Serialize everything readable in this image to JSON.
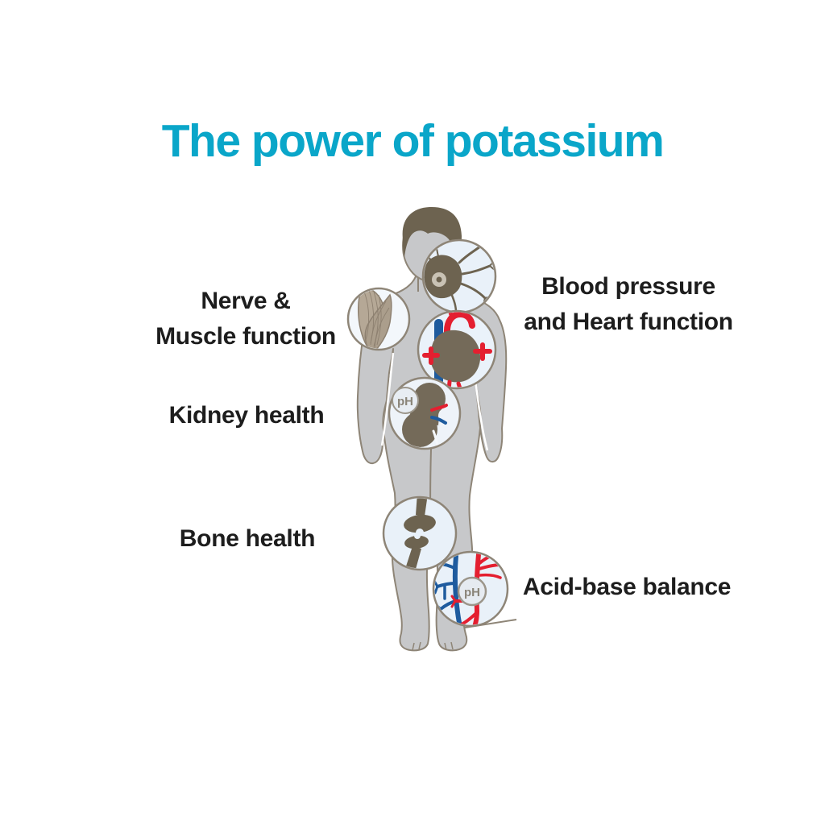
{
  "title": {
    "text": "The power of potassium"
  },
  "labels": {
    "nerve_muscle": {
      "line1": "Nerve &",
      "line2": "Muscle function"
    },
    "blood_heart": {
      "line1": "Blood pressure",
      "line2": "and Heart function"
    },
    "kidney": {
      "text": "Kidney health"
    },
    "bone": {
      "text": "Bone health"
    },
    "acid_base": {
      "text": "Acid-base balance"
    }
  },
  "figure": {
    "ph_text": "pH",
    "callouts": [
      {
        "icon": "muscle-fibers-icon",
        "body_part": "shoulder"
      },
      {
        "icon": "nerve-cell-icon",
        "body_part": "head"
      },
      {
        "icon": "heart-icon",
        "body_part": "chest"
      },
      {
        "icon": "kidney-icon",
        "body_part": "abdomen",
        "badge": "pH"
      },
      {
        "icon": "bone-joint-icon",
        "body_part": "knee"
      },
      {
        "icon": "blood-vessels-icon",
        "body_part": "lower-leg",
        "badge": "pH"
      }
    ]
  },
  "colors": {
    "accent_cyan": "#0aa6c9",
    "label_text": "#1d1d1d",
    "body_fill": "#c7c8ca",
    "outline": "#8e8577",
    "organ_brown": "#746a59",
    "hair_brown": "#6d6350",
    "artery_red": "#e41f30",
    "vein_blue": "#1e5b9e",
    "callout_fill": "#e9f1f9"
  }
}
